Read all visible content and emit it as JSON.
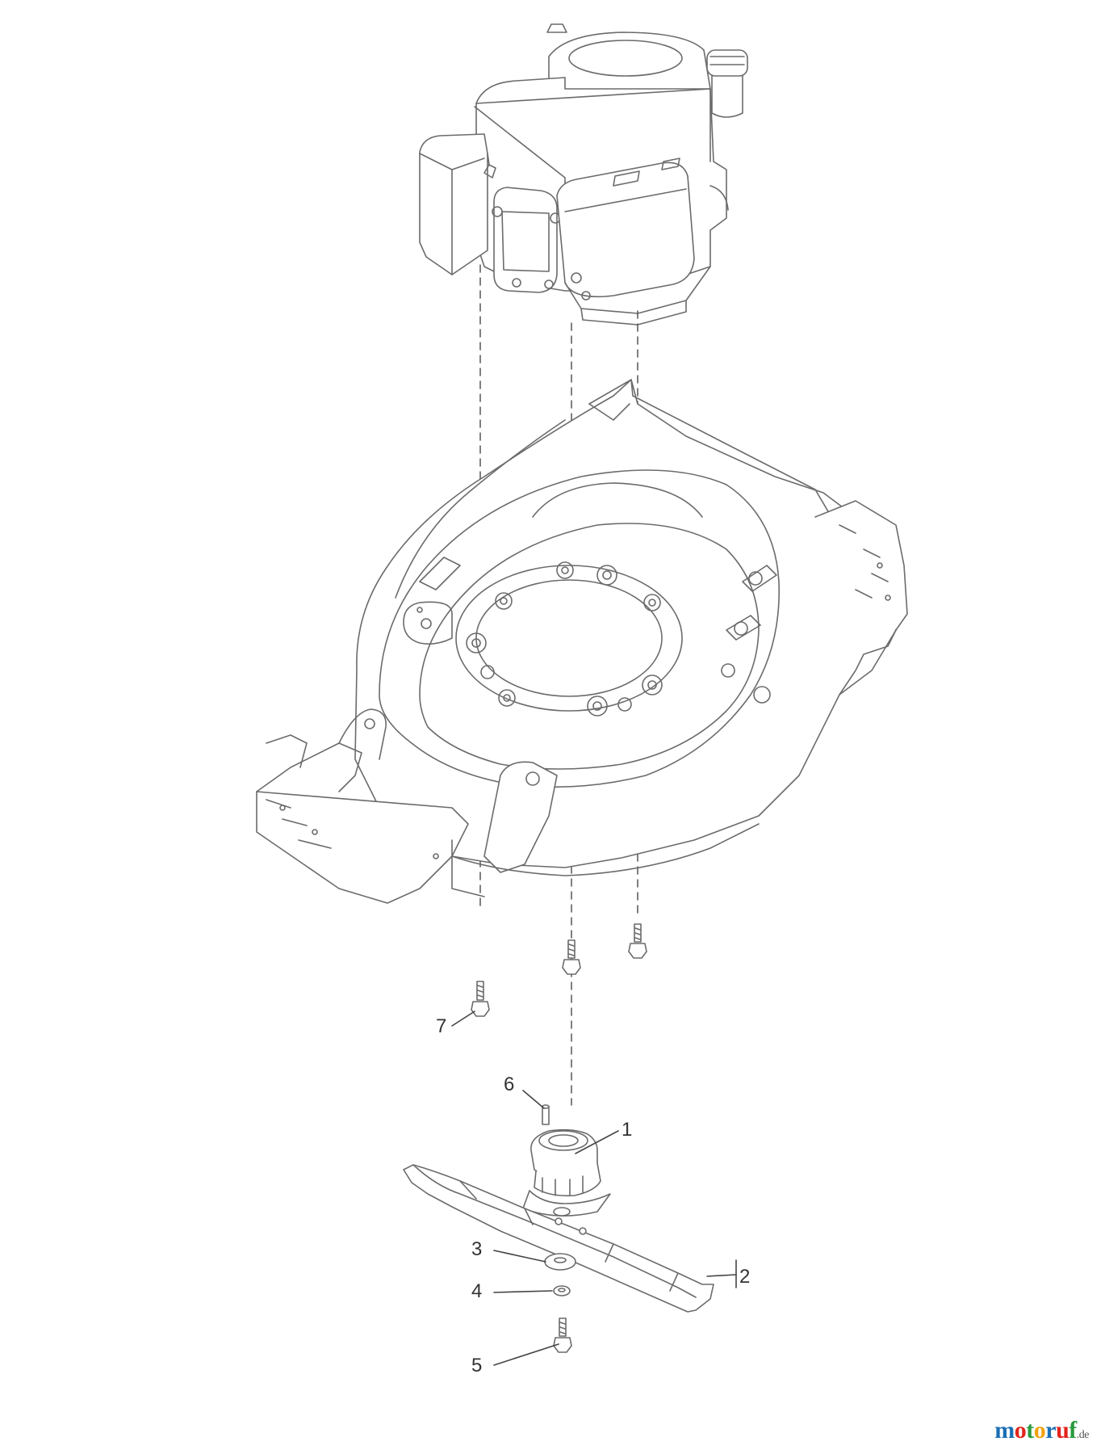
{
  "callouts": [
    {
      "id": "1",
      "label": "1"
    },
    {
      "id": "2",
      "label": "2"
    },
    {
      "id": "3",
      "label": "3"
    },
    {
      "id": "4",
      "label": "4"
    },
    {
      "id": "5",
      "label": "5"
    },
    {
      "id": "6",
      "label": "6"
    },
    {
      "id": "7",
      "label": "7"
    }
  ],
  "watermark": {
    "letters": [
      "m",
      "o",
      "t",
      "o",
      "r",
      "u",
      "f"
    ],
    "suffix": ".de",
    "colors": [
      "#1a6fb5",
      "#e3241b",
      "#2a9a3c",
      "#f2a20c",
      "#1a6fb5",
      "#e3241b",
      "#2a9a3c"
    ]
  }
}
